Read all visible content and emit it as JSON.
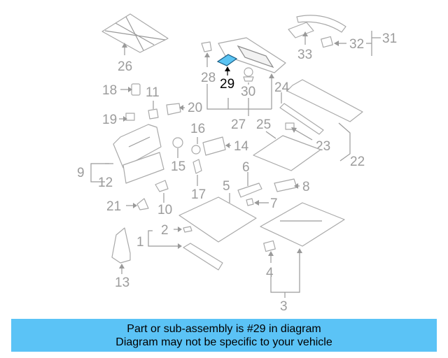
{
  "diagram": {
    "highlight_color": "#5bc4f3",
    "line_color": "#9a9a9a",
    "highlighted_part": "29",
    "callouts": [
      "1",
      "2",
      "3",
      "4",
      "5",
      "6",
      "7",
      "8",
      "9",
      "10",
      "11",
      "12",
      "13",
      "14",
      "15",
      "16",
      "17",
      "18",
      "19",
      "20",
      "21",
      "22",
      "23",
      "24",
      "25",
      "26",
      "27",
      "28",
      "29",
      "30",
      "31",
      "32",
      "33"
    ]
  },
  "banner": {
    "color": "#5bc3f6",
    "line1": "Part or sub-assembly is #29 in diagram",
    "line2": "Diagram may not be specific to your vehicle"
  }
}
